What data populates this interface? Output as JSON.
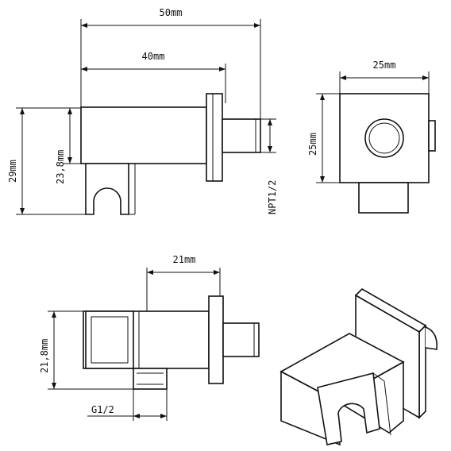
{
  "dimensions": {
    "side_overall_width": "50mm",
    "side_body_width": "40mm",
    "side_total_height": "29mm",
    "side_body_height": "23,8mm",
    "side_thread": "NPT1/2",
    "front_width": "25mm",
    "front_height": "25mm",
    "bottom_width": "21mm",
    "bottom_height": "21,8mm",
    "bottom_thread": "G1/2"
  }
}
